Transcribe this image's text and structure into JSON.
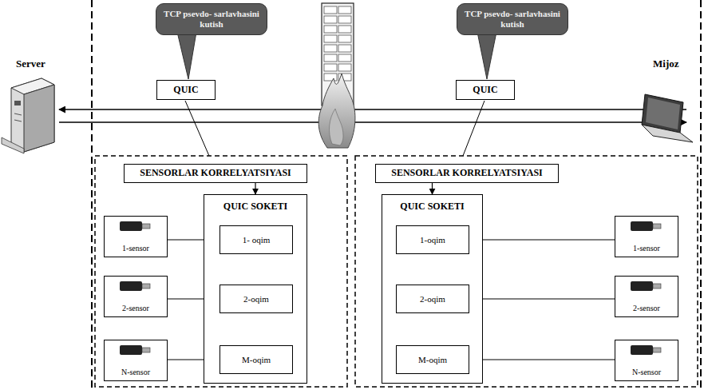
{
  "diagram": {
    "nodes": [
      {
        "text": [
          "TCP psevdo- sarlavhasini kutish"
        ]
      },
      {
        "text": [
          "TCP psevdo- sarlavhasini kutish"
        ]
      },
      {
        "text": [
          "QUIC"
        ]
      },
      {
        "text": [
          "QUIC"
        ]
      },
      {
        "text": [
          "SENSORLAR KORRELYATSIYASI"
        ]
      },
      {
        "text": [
          "QUIC SOKETI"
        ]
      },
      {
        "text": [
          "1- oqim"
        ],
        "in": 5
      },
      {
        "text": [
          "2-oqim"
        ],
        "in": 5
      },
      {
        "text": [
          "M-oqim"
        ],
        "in": 5
      },
      {
        "text": [
          "1-sensor"
        ]
      },
      {
        "text": [
          "2-sensor"
        ]
      },
      {
        "text": [
          "N-sensor"
        ]
      },
      {
        "text": [
          "SENSORLAR KORRELYATSIYASI"
        ]
      },
      {
        "text": [
          "QUIC SOKETI"
        ]
      },
      {
        "text": [
          "1-oqim"
        ],
        "in": 13
      },
      {
        "text": [
          "2-oqim"
        ],
        "in": 13
      },
      {
        "text": [
          "M-oqim"
        ],
        "in": 13
      },
      {
        "text": [
          "1-sensor"
        ]
      },
      {
        "text": [
          "2-sensor"
        ]
      },
      {
        "text": [
          "N-sensor"
        ]
      }
    ],
    "edges": [
      {
        "from": 4,
        "to": 5,
        "arrow": "to"
      },
      {
        "from": 9,
        "to": 6,
        "arrow": "to"
      },
      {
        "from": 10,
        "to": 7,
        "arrow": "to"
      },
      {
        "from": 11,
        "to": 8,
        "arrow": "to"
      },
      {
        "from": 12,
        "to": 13,
        "arrow": "to"
      },
      {
        "from": 17,
        "to": 14,
        "arrow": "to"
      },
      {
        "from": 18,
        "to": 15,
        "arrow": "to"
      },
      {
        "from": 19,
        "to": 16,
        "arrow": "to"
      }
    ],
    "labels": [
      "Server",
      "Mijoz"
    ]
  }
}
